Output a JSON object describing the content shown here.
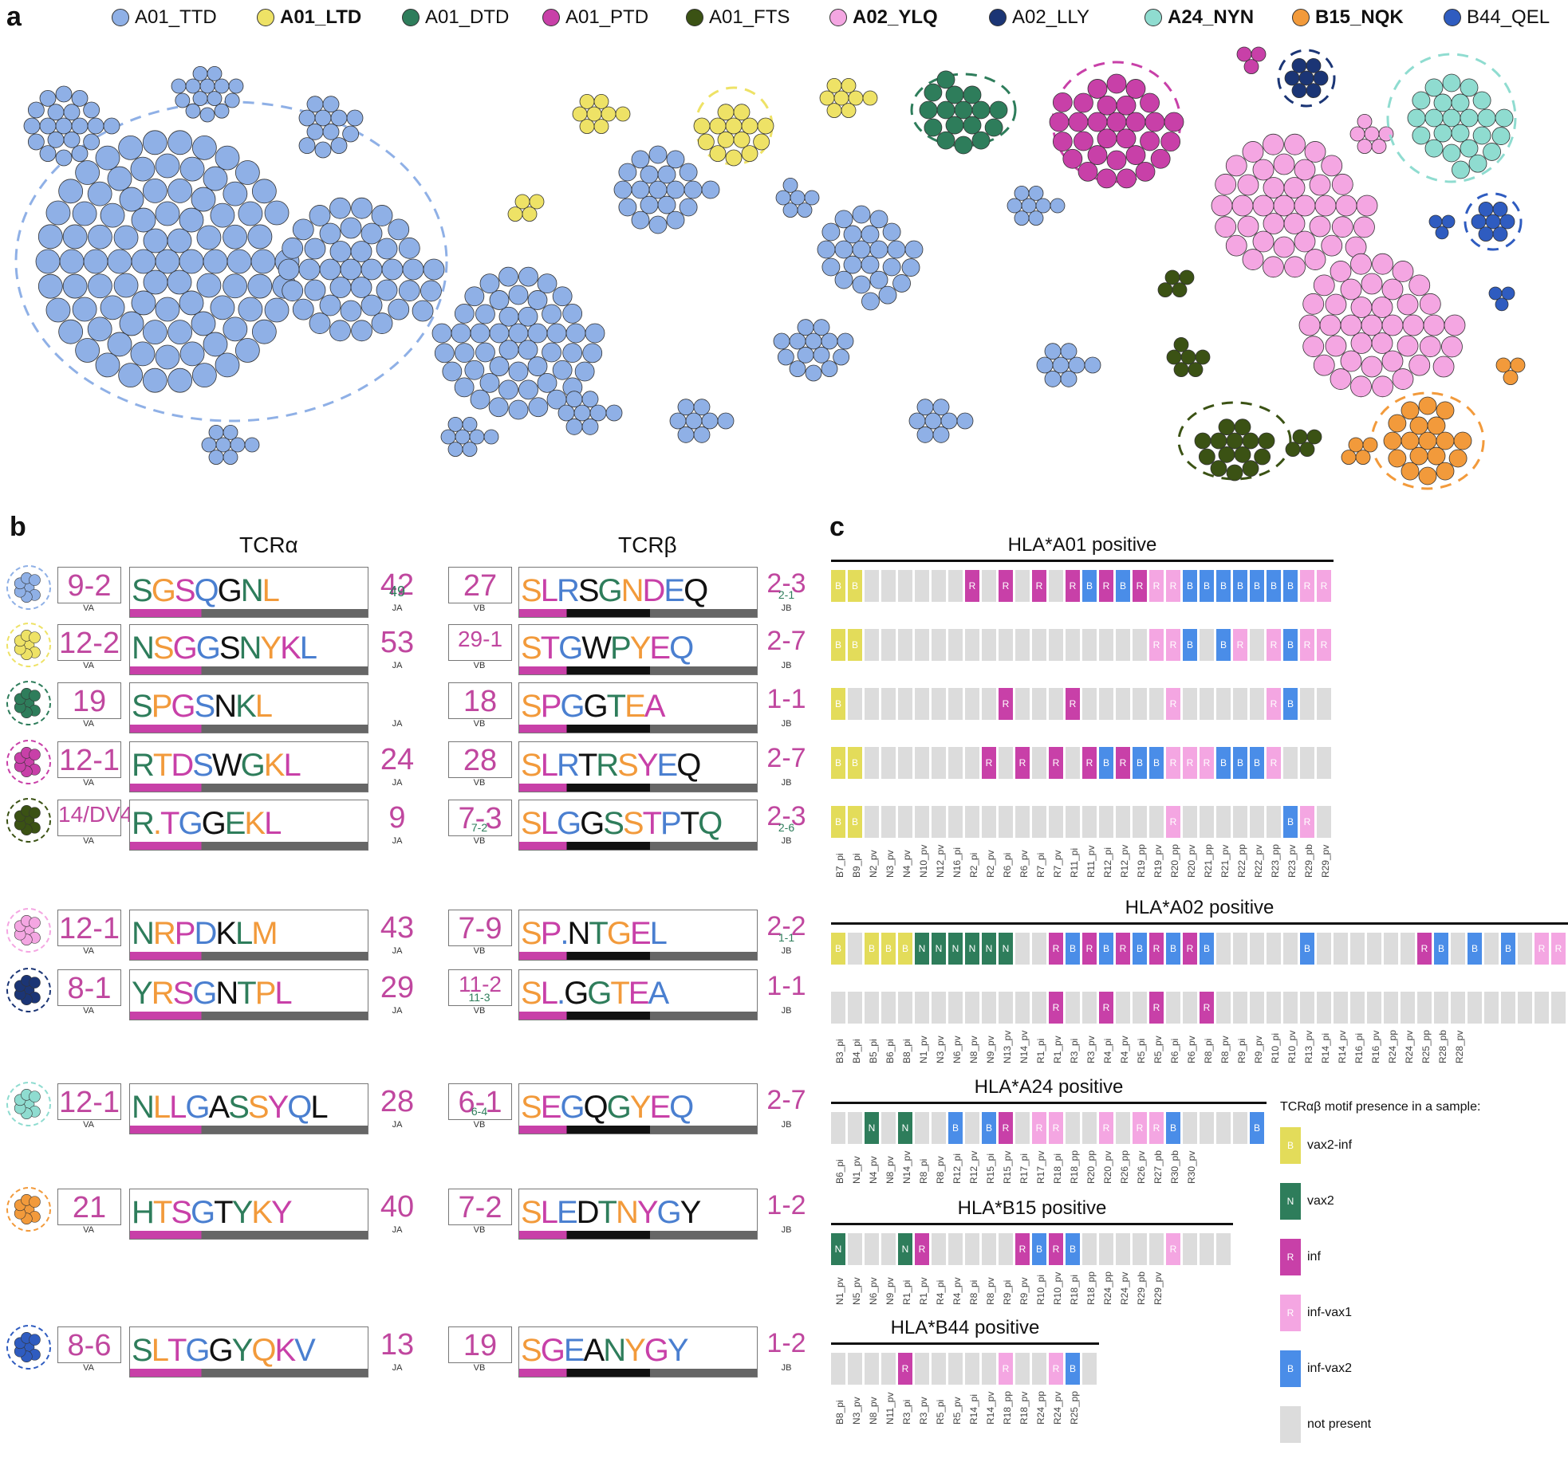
{
  "panels": {
    "a": "a",
    "b": "b",
    "c": "c"
  },
  "legend": [
    {
      "label": "A01_TTD",
      "color": "#8fb0e6",
      "bold": false
    },
    {
      "label": "A01_LTD",
      "color": "#eee266",
      "bold": true
    },
    {
      "label": "A01_DTD",
      "color": "#2e7d5b",
      "bold": false
    },
    {
      "label": "A01_PTD",
      "color": "#c840a8",
      "bold": false
    },
    {
      "label": "A01_FTS",
      "color": "#3b5214",
      "bold": false
    },
    {
      "label": "A02_YLQ",
      "color": "#f4a6e2",
      "bold": true
    },
    {
      "label": "A02_LLY",
      "color": "#1b3575",
      "bold": false
    },
    {
      "label": "A24_NYN",
      "color": "#8fdcd0",
      "bold": true
    },
    {
      "label": "B15_NQK",
      "color": "#f29a3b",
      "bold": true
    },
    {
      "label": "B44_QEL",
      "color": "#2f5cc0",
      "bold": false
    }
  ],
  "tcr": {
    "alpha": "TCRα",
    "beta": "TCRβ"
  },
  "gene_labels": {
    "va": "VA",
    "ja": "JA",
    "vb": "VB",
    "jb": "JB"
  },
  "motifs": [
    {
      "color": "#8fb0e6",
      "va": "9-2",
      "ja": "42",
      "ja2": "49",
      "vb": "27",
      "jb": "2-3",
      "jb2": "2-1",
      "alpha_seq": "SGSQGNL",
      "beta_seq": "SLRSGNDEQ"
    },
    {
      "color": "#eee266",
      "va": "12-2",
      "ja": "53",
      "vb": "29-1",
      "jb": "2-7",
      "alpha_seq": "NSGGSNYKL",
      "beta_seq": "STGWPYEQ"
    },
    {
      "color": "#2e7d5b",
      "va": "19",
      "ja": "",
      "vb": "18",
      "jb": "1-1",
      "alpha_seq": "SPGSNKL",
      "beta_seq": "SPGGTEA"
    },
    {
      "color": "#c840a8",
      "va": "12-1",
      "ja": "24",
      "vb": "28",
      "jb": "2-7",
      "alpha_seq": "RTDSWGKL",
      "beta_seq": "SLRTRSYEQ"
    },
    {
      "color": "#3b5214",
      "va": "14/DV4",
      "ja": "9",
      "vb": "7-3",
      "vb2": "7-2",
      "jb": "2-3",
      "jb2": "2-6",
      "alpha_seq": "R.TGGEKL",
      "beta_seq": "SLGGSSTPTQ"
    },
    {
      "color": "#f4a6e2",
      "va": "12-1",
      "ja": "43",
      "vb": "7-9",
      "jb": "2-2",
      "jb2": "1-1",
      "alpha_seq": "NRPDKLM",
      "beta_seq": "SP.NTGEL"
    },
    {
      "color": "#1b3575",
      "va": "8-1",
      "ja": "29",
      "vb": "11-2",
      "vb2": "11-3",
      "jb": "1-1",
      "alpha_seq": "YRSGNTPL",
      "beta_seq": "SL.GGTEA"
    },
    {
      "color": "#8fdcd0",
      "va": "12-1",
      "ja": "28",
      "vb": "6-1",
      "vb2": "6-4",
      "jb": "2-7",
      "alpha_seq": "NLLGASSYQL",
      "beta_seq": "SEGQGYEQ"
    },
    {
      "color": "#f29a3b",
      "va": "21",
      "ja": "40",
      "vb": "7-2",
      "jb": "1-2",
      "alpha_seq": "HTSGTYKY",
      "beta_seq": "SLEDTNYGY"
    },
    {
      "color": "#2f5cc0",
      "va": "8-6",
      "ja": "13",
      "vb": "19",
      "jb": "1-2",
      "alpha_seq": "SLTGGYQKV",
      "beta_seq": "SGEANYGY"
    }
  ],
  "codes": {
    "B": {
      "label": "vax2-inf",
      "color": "#e3dc5a"
    },
    "N": {
      "label": "vax2",
      "color": "#2e7d5b"
    },
    "R": {
      "label": "inf",
      "color": "#c840a8"
    },
    "r": {
      "label": "inf-vax1",
      "color": "#f4a6e2"
    },
    "b": {
      "label": "inf-vax2",
      "color": "#4a8de8"
    },
    "-": {
      "label": "not present",
      "color": "#dcdcdc"
    }
  },
  "legend_c_title": "TCRαβ motif presence in a sample:",
  "presence": [
    {
      "title": "HLA*A01 positive",
      "samples": [
        "B7_pi",
        "B9_pi",
        "N2_pv",
        "N3_pv",
        "N4_pv",
        "N10_pv",
        "N12_pv",
        "N16_pi",
        "R2_pi",
        "R2_pv",
        "R6_pi",
        "R6_pv",
        "R7_pi",
        "R7_pv",
        "R11_pi",
        "R11_pv",
        "R12_pi",
        "R12_pv",
        "R19_pp",
        "R19_pv",
        "R20_pp",
        "R20_pv",
        "R21_pp",
        "R21_pv",
        "R22_pp",
        "R22_pv",
        "R23_pp",
        "R23_pv",
        "R29_pb",
        "R29_pv"
      ],
      "rows": [
        "BB------R-R-R-RbRbRrrbbbbbbbrr",
        "BB-----------------rrb-br-rbrr",
        "B---------R---R-----r-----rb--",
        "BB-------R-R-R-RbRbbrrrbbbr---",
        "BB------------------r------br-"
      ]
    },
    {
      "title": "HLA*A02 positive",
      "samples": [
        "B3_pi",
        "B4_pi",
        "B5_pi",
        "B6_pi",
        "B8_pi",
        "N1_pv",
        "N3_pv",
        "N6_pv",
        "N8_pv",
        "N9_pv",
        "N13_pv",
        "N14_pv",
        "R1_pi",
        "R1_pv",
        "R3_pi",
        "R3_pv",
        "R4_pi",
        "R4_pv",
        "R5_pi",
        "R5_pv",
        "R6_pi",
        "R6_pv",
        "R8_pi",
        "R8_pv",
        "R9_pi",
        "R9_pv",
        "R10_pi",
        "R10_pv",
        "R13_pv",
        "R14_pi",
        "R14_pv",
        "R16_pi",
        "R16_pv",
        "R24_pp",
        "R24_pv",
        "R25_pp",
        "R28_pb",
        "R28_pv"
      ],
      "rows": [
        "B-BBBNNNNNN--RbRbRbRbRb-----b------Rb-b-b-rr",
        "-------------R--R--R--R---------------------"
      ]
    },
    {
      "title": "HLA*A24 positive",
      "samples": [
        "B6_pi",
        "N1_pv",
        "N4_pv",
        "N8_pv",
        "N14_pv",
        "R8_pi",
        "R8_pv",
        "R12_pi",
        "R12_pv",
        "R15_pi",
        "R15_pv",
        "R17_pi",
        "R17_pv",
        "R18_pi",
        "R18_pp",
        "R20_pp",
        "R20_pv",
        "R26_pp",
        "R26_pv",
        "R27_pb",
        "R30_pb",
        "R30_pv"
      ],
      "rows": [
        "--N-N--b-bR-rr--r-rrb----b"
      ]
    },
    {
      "title": "HLA*B15 positive",
      "samples": [
        "N1_pv",
        "N5_pv",
        "N6_pv",
        "N9_pv",
        "R1_pi",
        "R1_pv",
        "R4_pi",
        "R4_pv",
        "R8_pi",
        "R8_pv",
        "R9_pi",
        "R9_pv",
        "R10_pi",
        "R10_pv",
        "R18_pi",
        "R18_pp",
        "R24_pp",
        "R24_pv",
        "R29_pb",
        "R29_pv"
      ],
      "rows": [
        "N---NR-----RbRb-----r---"
      ]
    },
    {
      "title": "HLA*B44 positive",
      "samples": [
        "B8_pi",
        "N3_pv",
        "N8_pv",
        "N11_pv",
        "R3_pi",
        "R3_pv",
        "R5_pi",
        "R5_pv",
        "R14_pi",
        "R14_pv",
        "R18_pp",
        "R18_pv",
        "R24_pp",
        "R24_pv",
        "R25_pp"
      ],
      "rows": [
        "----R-----r--rb-"
      ]
    }
  ]
}
